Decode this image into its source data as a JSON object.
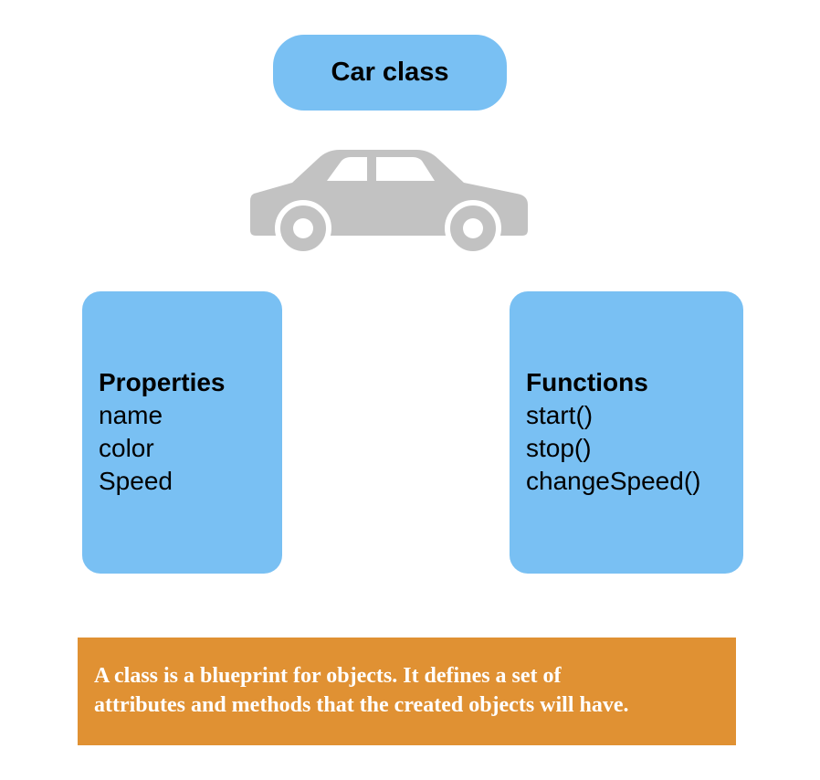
{
  "colors": {
    "box_fill": "#79C0F3",
    "car_fill": "#C2C2C2",
    "note_fill": "#E09133",
    "note_text": "#FFFFFF"
  },
  "title": "Car class",
  "car": {
    "icon": "car-icon"
  },
  "properties": {
    "heading": "Properties",
    "items": [
      "name",
      "color",
      "Speed"
    ]
  },
  "functions": {
    "heading": "Functions",
    "items": [
      "start()",
      "stop()",
      "changeSpeed()"
    ]
  },
  "note": {
    "lines": [
      "A class is a blueprint for objects. It defines a set of",
      "attributes and methods that the created objects will have."
    ]
  }
}
